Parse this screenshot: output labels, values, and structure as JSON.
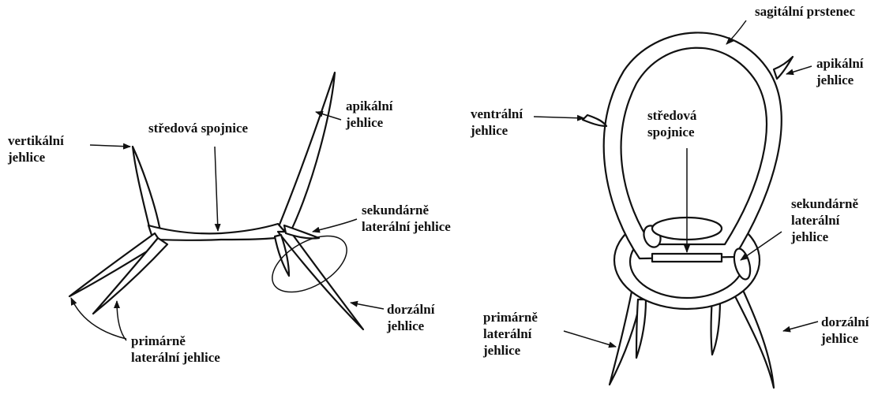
{
  "left_figure": {
    "labels": {
      "vertical_spine": [
        "vertikální",
        "jehlice"
      ],
      "central_junction": [
        "středová spojnice"
      ],
      "apical_spine": [
        "apikální",
        "jehlice"
      ],
      "secondary_lateral_spine": [
        "sekundárně",
        "laterální jehlice"
      ],
      "dorsal_spine": [
        "dorzální",
        "jehlice"
      ],
      "primary_lateral_spine": [
        "primárně",
        "laterální jehlice"
      ]
    }
  },
  "right_figure": {
    "labels": {
      "sagittal_ring": [
        "sagitální prstenec"
      ],
      "apical_spine": [
        "apikální",
        "jehlice"
      ],
      "ventral_spine": [
        "ventrální",
        "jehlice"
      ],
      "central_junction": [
        "středová",
        "spojnice"
      ],
      "secondary_lateral_spine": [
        "sekundárně",
        "laterální",
        "jehlice"
      ],
      "primary_lateral_spine": [
        "primárně",
        "laterální",
        "jehlice"
      ],
      "dorsal_spine": [
        "dorzální",
        "jehlice"
      ]
    }
  },
  "colors": {
    "ink": "#111111",
    "background": "#ffffff"
  }
}
